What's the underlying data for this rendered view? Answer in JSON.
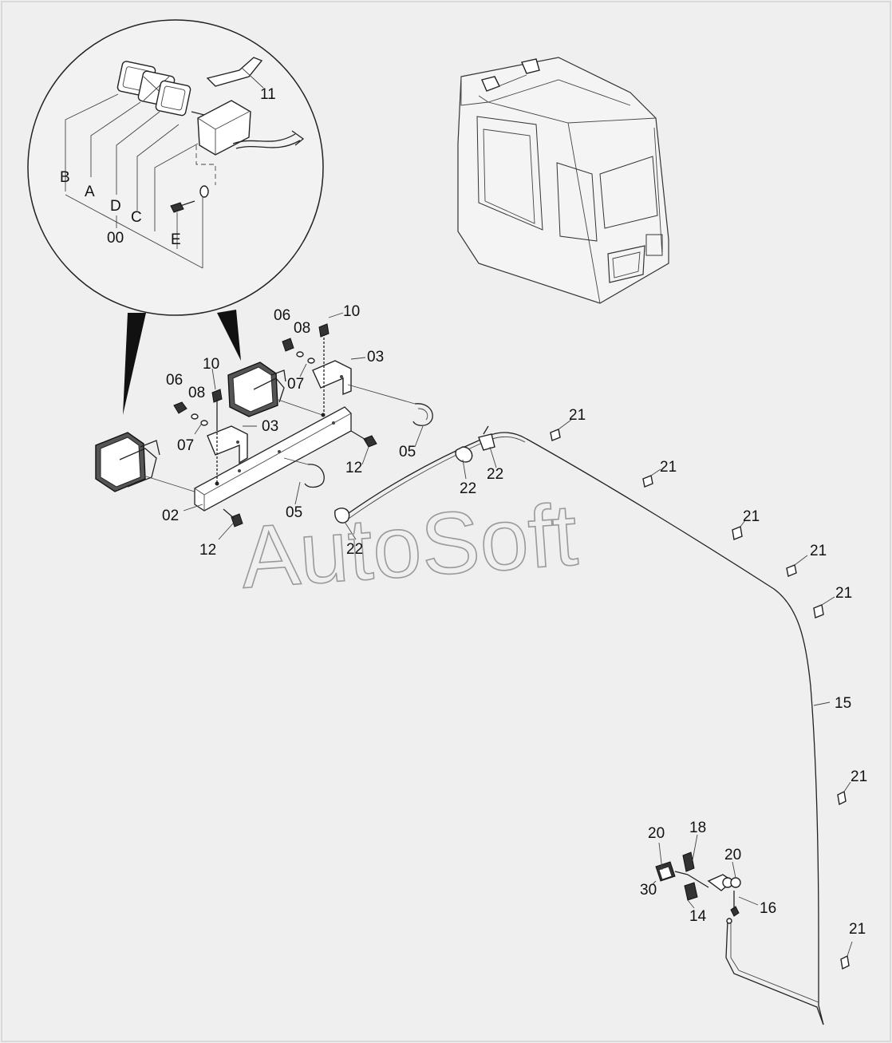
{
  "watermark": "AutoSoft",
  "detail_labels": {
    "b": "B",
    "a": "A",
    "d": "D",
    "c": "C",
    "zero": "00",
    "e": "E",
    "eleven": "11"
  },
  "part_labels": {
    "p06_left": "06",
    "p08_left": "08",
    "p10_left": "10",
    "p07_left": "07",
    "p03_left": "03",
    "p06_right": "06",
    "p08_right": "08",
    "p10_right": "10",
    "p07_right": "07",
    "p03_right": "03",
    "p02": "02",
    "p12_bottom": "12",
    "p12_right": "12",
    "p05_left": "05",
    "p05_right": "05",
    "p22_a": "22",
    "p22_b": "22",
    "p22_c": "22",
    "p21_1": "21",
    "p21_2": "21",
    "p21_3": "21",
    "p21_4": "21",
    "p21_5": "21",
    "p21_6": "21",
    "p21_7": "21",
    "p15": "15",
    "p20_a": "20",
    "p18": "18",
    "p20_b": "20",
    "p30": "30",
    "p14": "14",
    "p16": "16"
  }
}
